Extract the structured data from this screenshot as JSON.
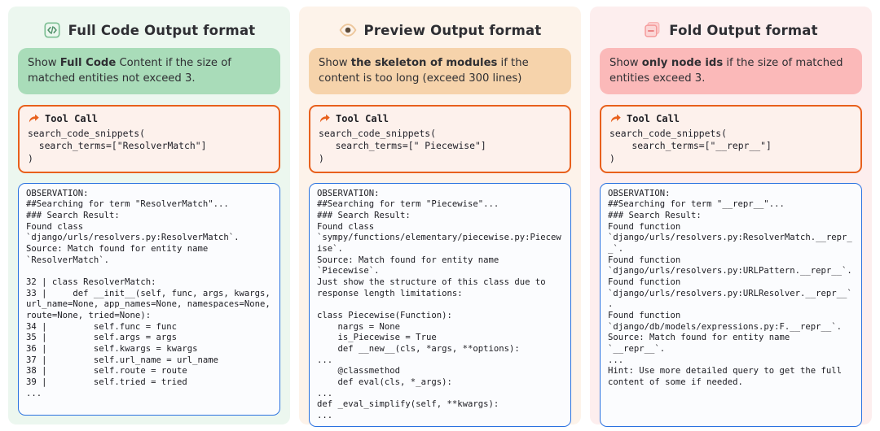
{
  "panels": [
    {
      "theme": "green",
      "icon": "code-brackets-icon",
      "title": "Full Code Output format",
      "description": {
        "prefix": "Show ",
        "strong": "Full Code",
        "suffix": " Content if the size of matched entities not exceed 3."
      },
      "tool_call": {
        "icon": "share-arrow-icon",
        "label": "Tool Call",
        "code": "search_code_snippets(\n  search_terms=[\"ResolverMatch\"]\n)"
      },
      "observation": "OBSERVATION:\n##Searching for term \"ResolverMatch\"...\n### Search Result:\nFound class\n`django/urls/resolvers.py:ResolverMatch`.\nSource: Match found for entity name\n`ResolverMatch`.\n\n32 | class ResolverMatch:\n33 |     def __init__(self, func, args, kwargs, url_name=None, app_names=None, namespaces=None, route=None, tried=None):\n34 |         self.func = func\n35 |         self.args = args\n36 |         self.kwargs = kwargs\n37 |         self.url_name = url_name\n38 |         self.route = route\n39 |         self.tried = tried\n..."
    },
    {
      "theme": "orange",
      "icon": "eye-icon",
      "title": "Preview Output format",
      "description": {
        "prefix": "Show ",
        "strong": "the skeleton of modules",
        "suffix": " if the content is too long (exceed 300 lines)"
      },
      "tool_call": {
        "icon": "share-arrow-icon",
        "label": "Tool Call",
        "code": "search_code_snippets(\n   search_terms=[\" Piecewise\"]\n)"
      },
      "observation": "OBSERVATION:\n##Searching for term \"Piecewise\"...\n### Search Result:\nFound class\n`sympy/functions/elementary/piecewise.py:Piecewise`.\nSource: Match found for entity name\n`Piecewise`.\nJust show the structure of this class due to response length limitations:\n\nclass Piecewise(Function):\n    nargs = None\n    is_Piecewise = True\n    def __new__(cls, *args, **options):\n...\n    @classmethod\n    def eval(cls, *_args):\n...\ndef _eval_simplify(self, **kwargs):\n..."
    },
    {
      "theme": "pink",
      "icon": "fold-collapse-icon",
      "title": "Fold Output format",
      "description": {
        "prefix": "Show ",
        "strong": "only node ids",
        "suffix": " if the size of matched entities exceed 3."
      },
      "tool_call": {
        "icon": "share-arrow-icon",
        "label": "Tool Call",
        "code": "search_code_snippets(\n    search_terms=[\"__repr__\"]\n)"
      },
      "observation": "OBSERVATION:\n##Searching for term \"__repr__\"...\n### Search Result:\nFound function\n`django/urls/resolvers.py:ResolverMatch.__repr__`.\nFound function\n`django/urls/resolvers.py:URLPattern.__repr__`.\nFound function\n`django/urls/resolvers.py:URLResolver.__repr__`.\nFound function\n`django/db/models/expressions.py:F.__repr__`.\nSource: Match found for entity name\n`__repr__`.\n...\nHint: Use more detailed query to get the full content of some if needed."
    }
  ],
  "colors": {
    "panel_green": "#ecf7ef",
    "panel_orange": "#fdf3ea",
    "panel_pink": "#fdeeee",
    "desc_green": "#a9dcb9",
    "desc_orange": "#f6d3ab",
    "desc_pink": "#fbb9b9",
    "tool_call_border": "#e8601c",
    "observation_border": "#2a72e0"
  }
}
